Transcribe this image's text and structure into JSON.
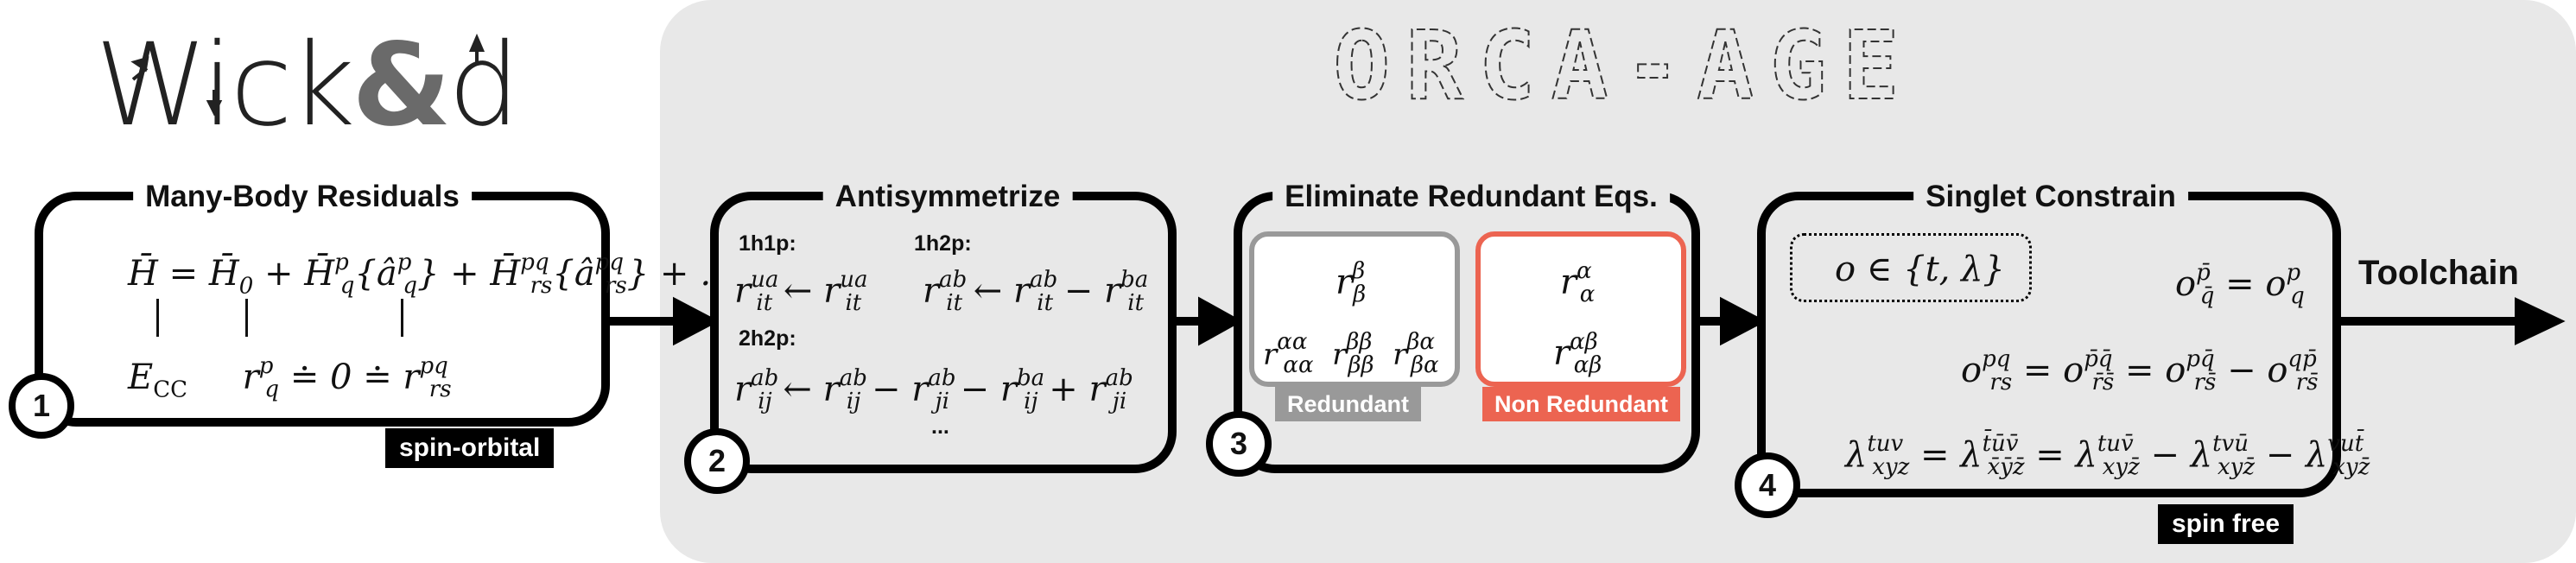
{
  "logo": {
    "text_main": "Wick",
    "text_amp": "&",
    "text_end": "d"
  },
  "banner": {
    "text": "ORCA-AGE"
  },
  "colors": {
    "panel": "#e8e8e8",
    "redundant": "#999999",
    "non_redundant": "#ec6451"
  },
  "stage1": {
    "title": "Many-Body Residuals",
    "step": "1",
    "tag": "spin-orbital"
  },
  "stage2": {
    "title": "Antisymmetrize",
    "step": "2",
    "label_1h1p": "1h1p:",
    "label_1h2p": "1h2p:",
    "label_2h2p": "2h2p:",
    "ellipsis": "..."
  },
  "stage3": {
    "title": "Eliminate Redundant Eqs.",
    "step": "3",
    "redundant_label": "Redundant",
    "non_redundant_label": "Non Redundant"
  },
  "stage4": {
    "title": "Singlet Constrain",
    "step": "4",
    "tag": "spin free"
  },
  "output_label": "Toolchain"
}
